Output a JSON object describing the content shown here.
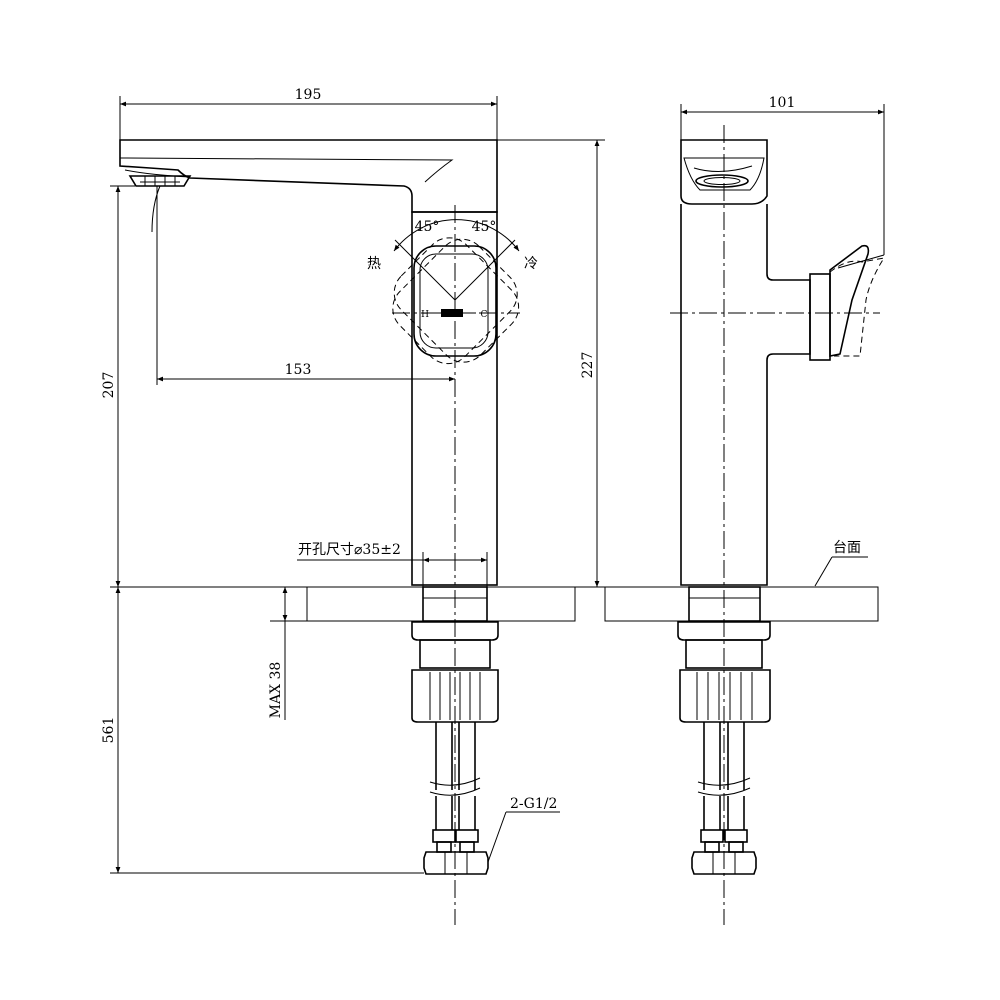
{
  "dimensions": {
    "front_width": "195",
    "side_width": "101",
    "spout_reach": "153",
    "spout_height": "207",
    "total_height": "227",
    "hose_length": "561",
    "max_thickness": "MAX 38",
    "angle_hot": "45°",
    "angle_cold": "45°"
  },
  "labels": {
    "hot": "热",
    "cold": "冷",
    "hole_size": "开孔尺寸⌀35±2",
    "countertop": "台面",
    "connector": "2-G1/2",
    "handle_h": "H",
    "handle_c": "C"
  }
}
